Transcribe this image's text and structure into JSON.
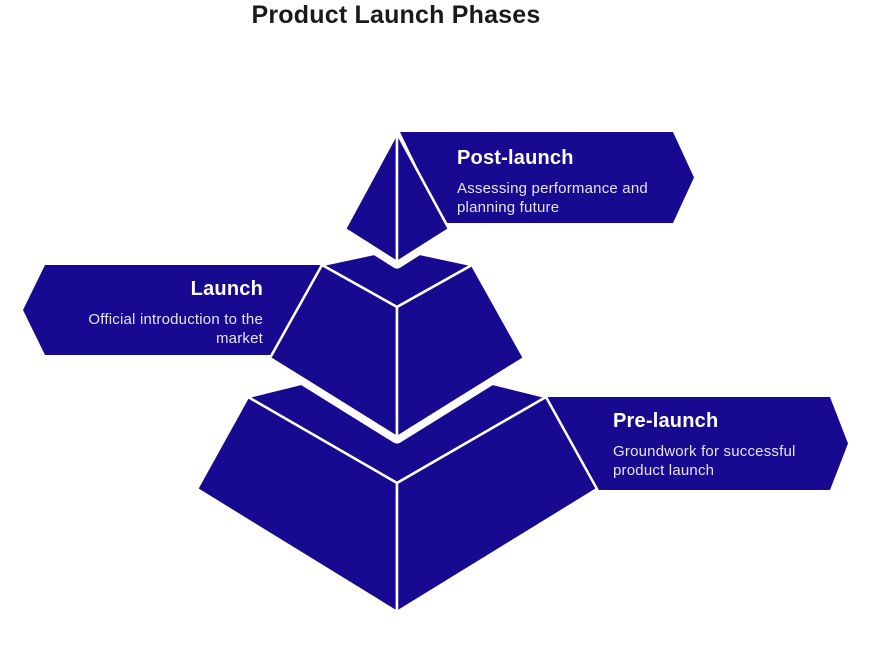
{
  "title": "Product Launch Phases",
  "colors": {
    "brand": "#170a90",
    "line": "#ffffff",
    "heading": "#1a1a1a",
    "banner_title": "#ffffff",
    "banner_desc": "#e6e4f6",
    "background": "#ffffff"
  },
  "phases": [
    {
      "id": "post-launch",
      "label": "Post-launch",
      "description": "Assessing performance and planning future",
      "level": "top",
      "banner_side": "right"
    },
    {
      "id": "launch",
      "label": "Launch",
      "description": "Official introduction to the market",
      "level": "middle",
      "banner_side": "left"
    },
    {
      "id": "pre-launch",
      "label": "Pre-launch",
      "description": "Groundwork for successful product launch",
      "level": "bottom",
      "banner_side": "right"
    }
  ]
}
